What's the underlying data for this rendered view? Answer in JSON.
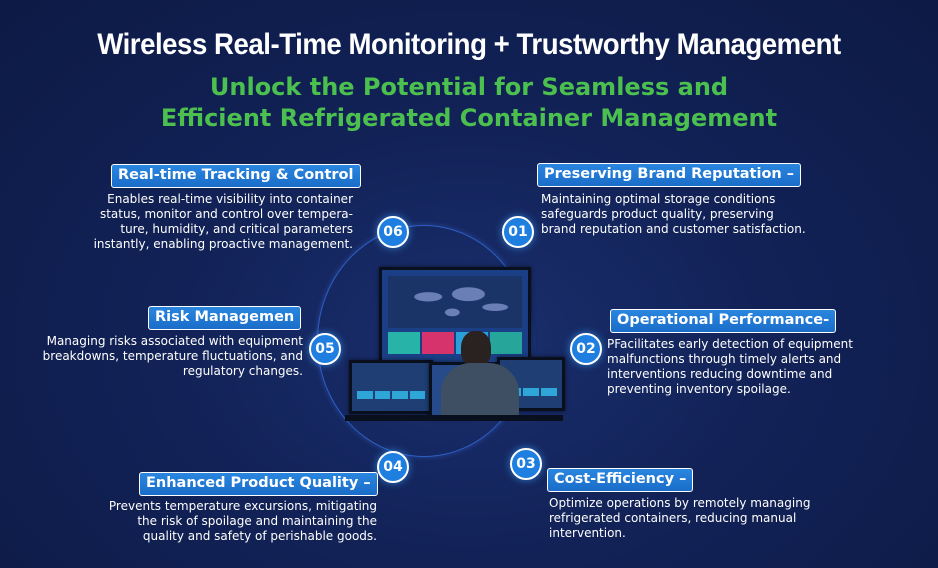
{
  "header": {
    "title": "Wireless Real-Time Monitoring + Trustworthy Management",
    "subtitle_lines": [
      "Unlock the Potential for Seamless and",
      "Efficient Refrigerated Container Management"
    ]
  },
  "items": [
    {
      "number": "01",
      "label": "Preserving Brand Reputation –",
      "lines": [
        "Maintaining optimal storage conditions",
        "safeguards product quality, preserving",
        "brand reputation and customer satisfaction."
      ]
    },
    {
      "number": "02",
      "label": "Operational Performance-",
      "lines": [
        "PFacilitates early detection of equipment",
        "malfunctions through timely alerts and",
        "interventions reducing downtime and",
        "preventing inventory spoilage."
      ]
    },
    {
      "number": "03",
      "label": "Cost-Efficiency –",
      "lines": [
        "Optimize operations by remotely managing",
        "refrigerated containers, reducing manual",
        "intervention."
      ]
    },
    {
      "number": "04",
      "label": "Enhanced Product Quality –",
      "lines": [
        "Prevents temperature excursions, mitigating",
        "the risk of spoilage and maintaining the",
        "quality and safety of perishable goods."
      ]
    },
    {
      "number": "05",
      "label": "Risk Managemen",
      "lines": [
        "Managing risks associated with equipment",
        "breakdowns, temperature fluctuations, and",
        "regulatory changes."
      ]
    },
    {
      "number": "06",
      "label": "Real-time Tracking & Control",
      "lines": [
        "Enables real-time visibility into container",
        "status, monitor and control over tempera-",
        "ture, humidity, and critical parameters",
        "instantly, enabling proactive management."
      ]
    }
  ],
  "colors": {
    "background": "#122257",
    "subtitle": "#4cc04f",
    "pill": "#2a86e0",
    "badge": "#1f7fe0",
    "ring": "#2f5fc4"
  },
  "illustration": "control-room-operator-monitors"
}
